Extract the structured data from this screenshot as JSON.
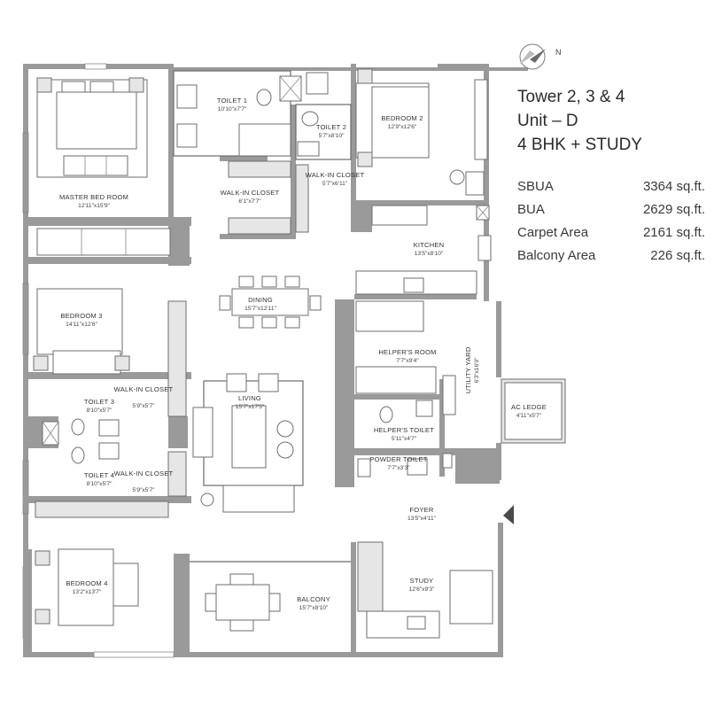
{
  "header": {
    "tower": "Tower 2, 3 & 4",
    "unit": "Unit – D",
    "config": "4 BHK + STUDY"
  },
  "compass": {
    "label": "N"
  },
  "areas": [
    {
      "label": "SBUA",
      "value": "3364 sq.ft."
    },
    {
      "label": "BUA",
      "value": "2629 sq.ft."
    },
    {
      "label": "Carpet Area",
      "value": "2161 sq.ft."
    },
    {
      "label": "Balcony Area",
      "value": "226 sq.ft."
    }
  ],
  "rooms": {
    "master_bed": {
      "name": "MASTER BED ROOM",
      "dim": "12'11\"x15'9\""
    },
    "toilet1": {
      "name": "TOILET 1",
      "dim": "10'10\"x7'7\""
    },
    "toilet2": {
      "name": "TOILET 2",
      "dim": "5'7\"x8'10\""
    },
    "bedroom2": {
      "name": "BEDROOM 2",
      "dim": "12'9\"x12'6\""
    },
    "walkin1": {
      "name": "WALK-IN CLOSET",
      "dim": "6'1\"x7'7\""
    },
    "walkin2": {
      "name": "WALK-IN CLOSET",
      "dim": "5'7\"x6'11\""
    },
    "kitchen": {
      "name": "KITCHEN",
      "dim": "13'5\"x8'10\""
    },
    "dining": {
      "name": "DINING",
      "dim": "15'7\"x12'11\""
    },
    "bedroom3": {
      "name": "BEDROOM 3",
      "dim": "14'11\"x12'6\""
    },
    "helpers_room": {
      "name": "HELPER'S ROOM",
      "dim": "7'7\"x9'4\""
    },
    "utility": {
      "name": "UTILITY YARD",
      "dim": "6'3\"x16'9\""
    },
    "walkin3": {
      "name": "WALK-IN CLOSET",
      "dim": "5'9\"x5'7\""
    },
    "toilet3": {
      "name": "TOILET 3",
      "dim": "8'10\"x5'7\""
    },
    "living": {
      "name": "LIVING",
      "dim": "15'7\"x17'5\""
    },
    "ac_ledge": {
      "name": "AC LEDGE",
      "dim": "4'11\"x5'7\""
    },
    "helpers_toilet": {
      "name": "HELPER'S TOILET",
      "dim": "5'11\"x4'7\""
    },
    "powder_toilet": {
      "name": "POWDER TOILET",
      "dim": "7'7\"x3'3\""
    },
    "toilet4": {
      "name": "TOILET 4",
      "dim": "8'10\"x5'7\""
    },
    "walkin4": {
      "name": "WALK-IN CLOSET",
      "dim": "5'9\"x5'7\""
    },
    "foyer": {
      "name": "FOYER",
      "dim": "13'5\"x4'11\""
    },
    "bedroom4": {
      "name": "BEDROOM 4",
      "dim": "13'2\"x13'7\""
    },
    "balcony": {
      "name": "BALCONY",
      "dim": "15'7\"x8'10\""
    },
    "study": {
      "name": "STUDY",
      "dim": "12'6\"x9'3\""
    }
  }
}
